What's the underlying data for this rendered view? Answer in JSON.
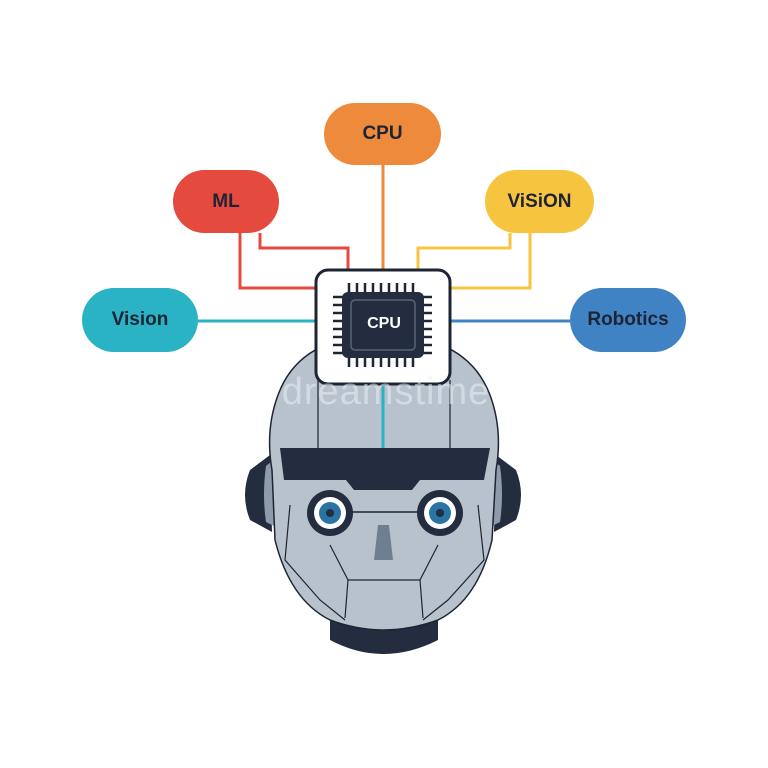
{
  "nodes": {
    "cpu": {
      "label": "CPU",
      "color": "#ee8a3b"
    },
    "ml": {
      "label": "ML",
      "color": "#e44a3e"
    },
    "vision_caps": {
      "label": "ViSiON",
      "color": "#f7c43f"
    },
    "vision": {
      "label": "Vision",
      "color": "#2ab2c5"
    },
    "robotics": {
      "label": "Robotics",
      "color": "#3f83c5"
    }
  },
  "chip": {
    "label": "CPU"
  },
  "watermark": {
    "text": "dreamstime"
  },
  "colors": {
    "head": "#b7c2cc",
    "dark": "#242c40",
    "outline": "#1e2433"
  }
}
